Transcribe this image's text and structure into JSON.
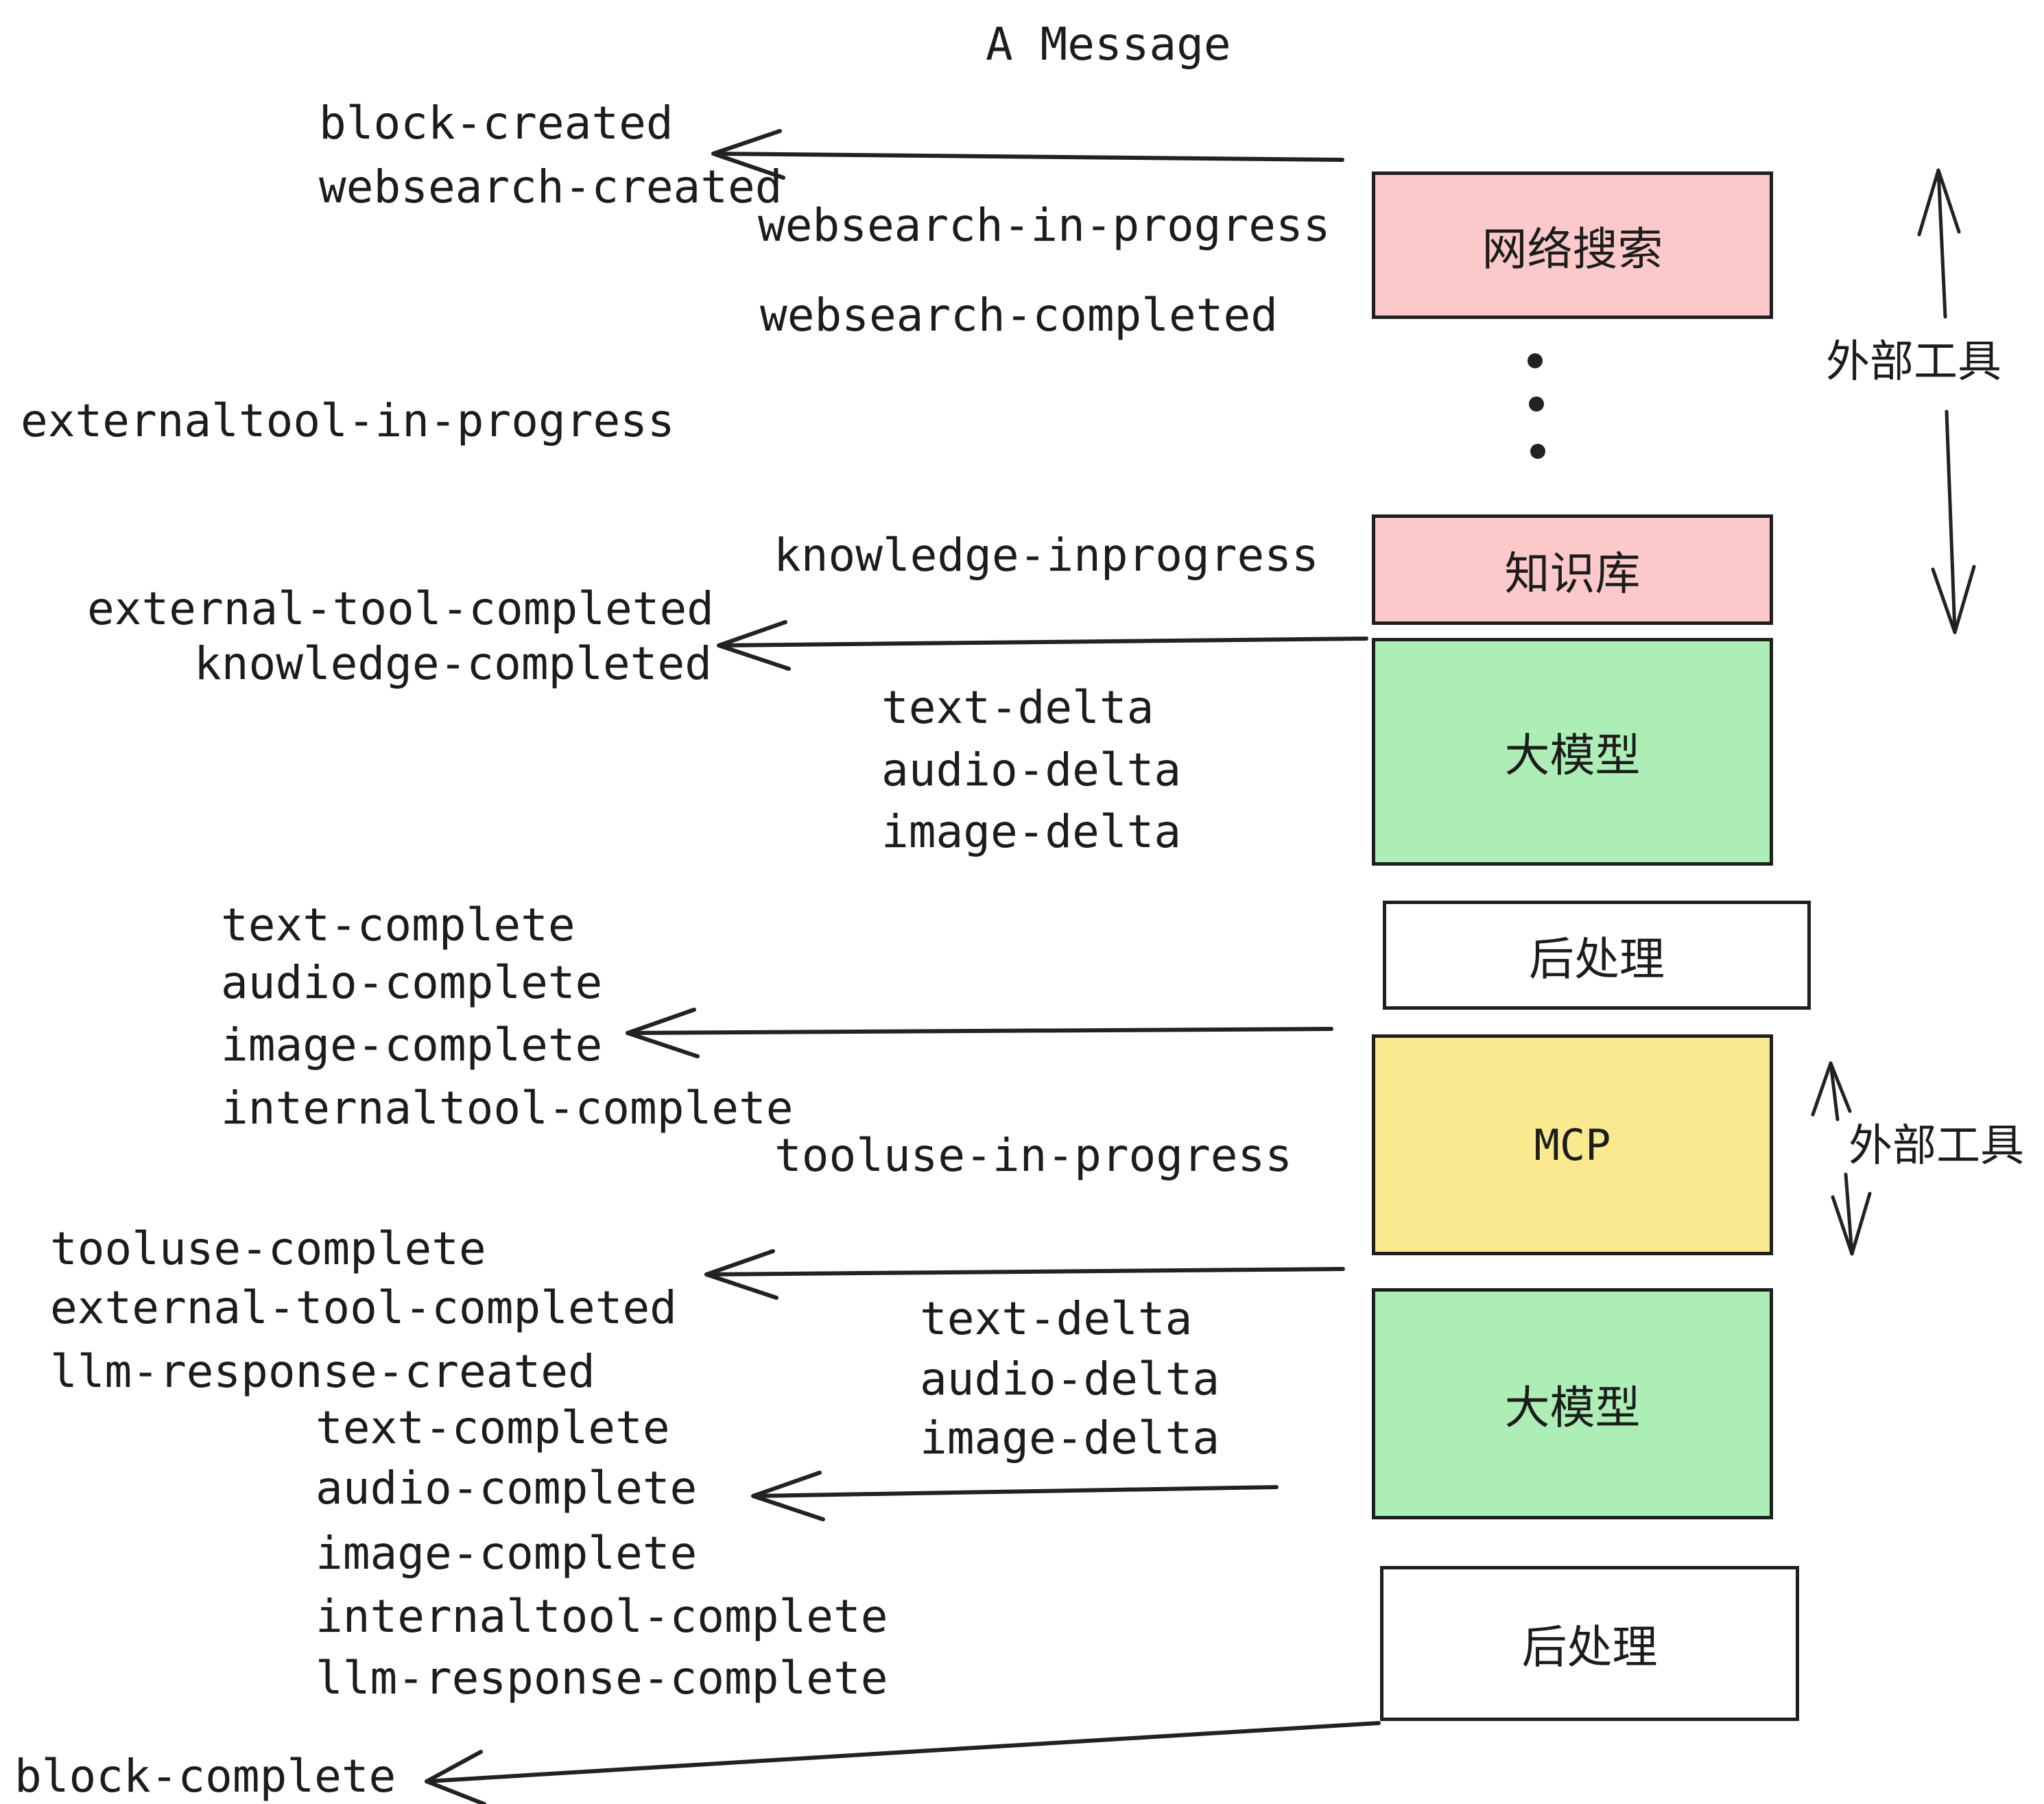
{
  "title": "A Message",
  "colors": {
    "background": "#ffffff",
    "stroke": "#222222",
    "pink_box": "#fbc9c9",
    "green_box": "#aceeb5",
    "yellow_box": "#fae98f",
    "white_box": "#ffffff"
  },
  "boxes": [
    {
      "id": "websearch",
      "label": "网络搜索",
      "color": "#fbc9c9"
    },
    {
      "id": "knowledge",
      "label": "知识库",
      "color": "#fbc9c9"
    },
    {
      "id": "llm-1",
      "label": "大模型",
      "color": "#aceeb5"
    },
    {
      "id": "postprocess-1",
      "label": "后处理",
      "color": "#ffffff"
    },
    {
      "id": "mcp",
      "label": "MCP",
      "color": "#fae98f"
    },
    {
      "id": "llm-2",
      "label": "大模型",
      "color": "#aceeb5"
    },
    {
      "id": "postprocess-2",
      "label": "后处理",
      "color": "#ffffff"
    }
  ],
  "side_labels": [
    {
      "id": "external-tools-1",
      "label": "外部工具"
    },
    {
      "id": "external-tools-2",
      "label": "外部工具"
    }
  ],
  "events": [
    {
      "text": "block-created"
    },
    {
      "text": "websearch-created"
    },
    {
      "text": "websearch-in-progress"
    },
    {
      "text": "websearch-completed"
    },
    {
      "text": "externaltool-in-progress"
    },
    {
      "text": "knowledge-inprogress"
    },
    {
      "text": "external-tool-completed"
    },
    {
      "text": "knowledge-completed"
    },
    {
      "text": "text-delta"
    },
    {
      "text": "audio-delta"
    },
    {
      "text": "image-delta"
    },
    {
      "text": "text-complete"
    },
    {
      "text": "audio-complete"
    },
    {
      "text": "image-complete"
    },
    {
      "text": "internaltool-complete"
    },
    {
      "text": "tooluse-in-progress"
    },
    {
      "text": "tooluse-complete"
    },
    {
      "text": "external-tool-completed"
    },
    {
      "text": "llm-response-created"
    },
    {
      "text": "text-complete"
    },
    {
      "text": "audio-complete"
    },
    {
      "text": "image-complete"
    },
    {
      "text": "internaltool-complete"
    },
    {
      "text": "llm-response-complete"
    },
    {
      "text": "block-complete"
    }
  ]
}
